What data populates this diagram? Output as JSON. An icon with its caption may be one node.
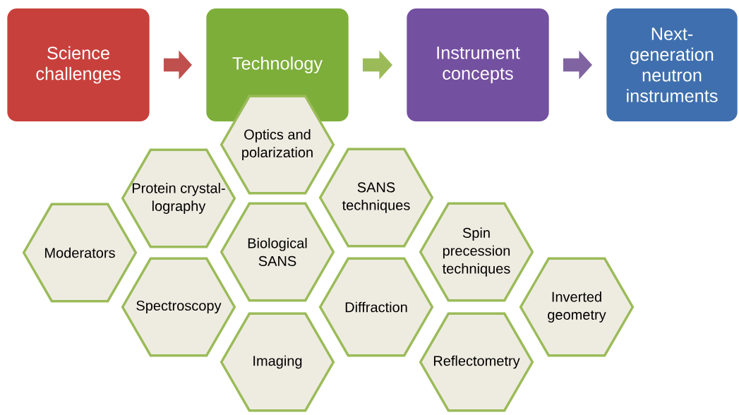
{
  "diagram": {
    "nodes": [
      {
        "text": [
          "Science challenges"
        ]
      },
      {
        "text": [
          "Technology"
        ]
      },
      {
        "text": [
          "Instrument concepts"
        ]
      },
      {
        "text": [
          "Next- generation neutron instruments"
        ]
      },
      {
        "text": [
          "Optics and polarization"
        ]
      },
      {
        "text": [
          "Protein crystal- lography"
        ]
      },
      {
        "text": [
          "SANS techniques"
        ]
      },
      {
        "text": [
          "Moderators"
        ]
      },
      {
        "text": [
          "Biological SANS"
        ]
      },
      {
        "text": [
          "Spin precession techniques"
        ]
      },
      {
        "text": [
          "Spectroscopy"
        ]
      },
      {
        "text": [
          "Diffraction"
        ]
      },
      {
        "text": [
          "Inverted geometry"
        ]
      },
      {
        "text": [
          "Imaging"
        ]
      },
      {
        "text": [
          "Reflectometry"
        ]
      }
    ],
    "edges": [
      {
        "from": 0,
        "to": 1,
        "arrow": "to",
        "color": "#c0504d"
      },
      {
        "from": 1,
        "to": 2,
        "arrow": "to",
        "color": "#9bbb59"
      },
      {
        "from": 2,
        "to": 3,
        "arrow": "to",
        "color": "#8064a2"
      }
    ]
  }
}
